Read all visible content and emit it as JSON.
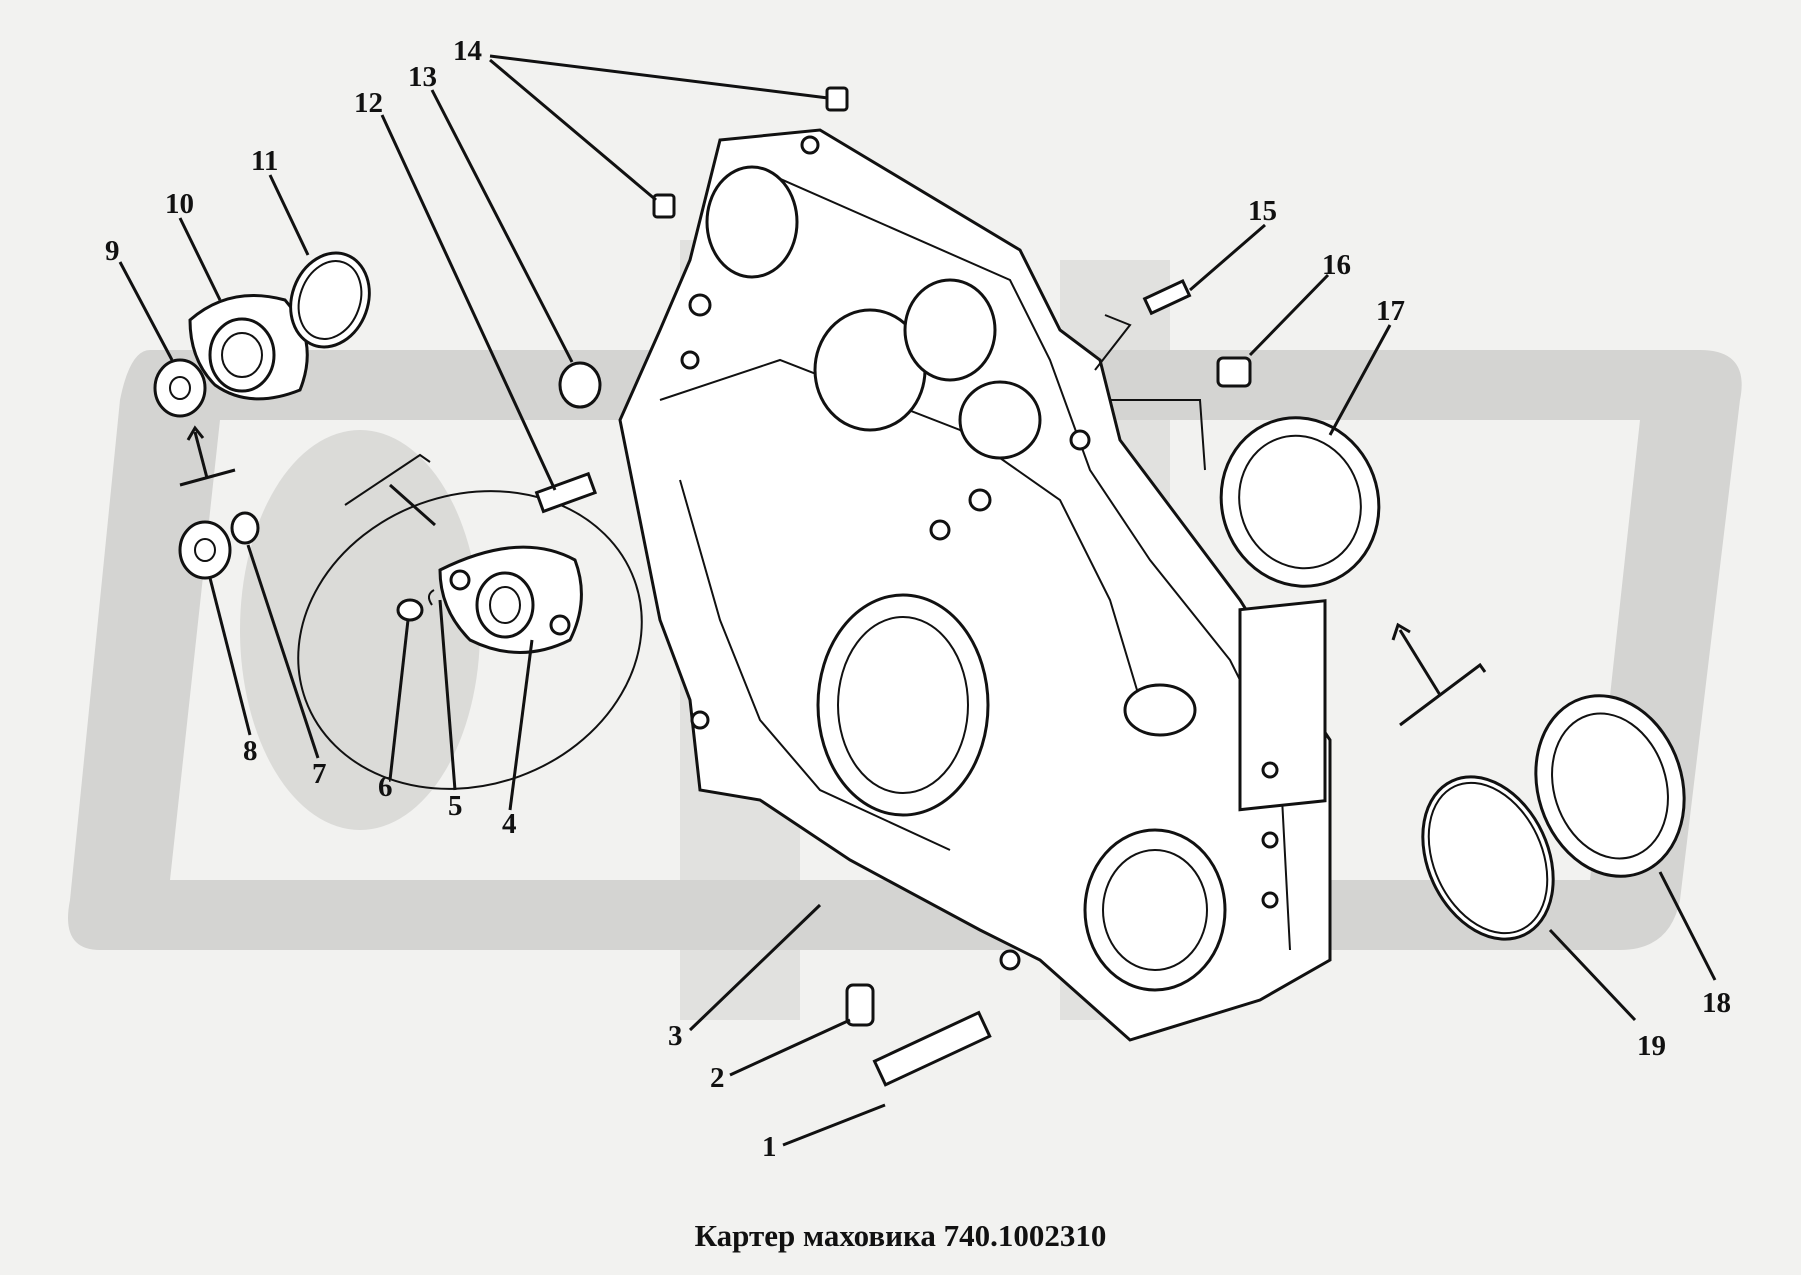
{
  "caption": "Картер маховика 740.1002310",
  "watermark": {
    "color": "#d4d4d2"
  },
  "callouts": {
    "c1": "1",
    "c2": "2",
    "c3": "3",
    "c4": "4",
    "c5": "5",
    "c6": "6",
    "c7": "7",
    "c8": "8",
    "c9": "9",
    "c10": "10",
    "c11": "11",
    "c12": "12",
    "c13": "13",
    "c14": "14",
    "c15": "15",
    "c16": "16",
    "c17": "17",
    "c18": "18",
    "c19": "19"
  }
}
